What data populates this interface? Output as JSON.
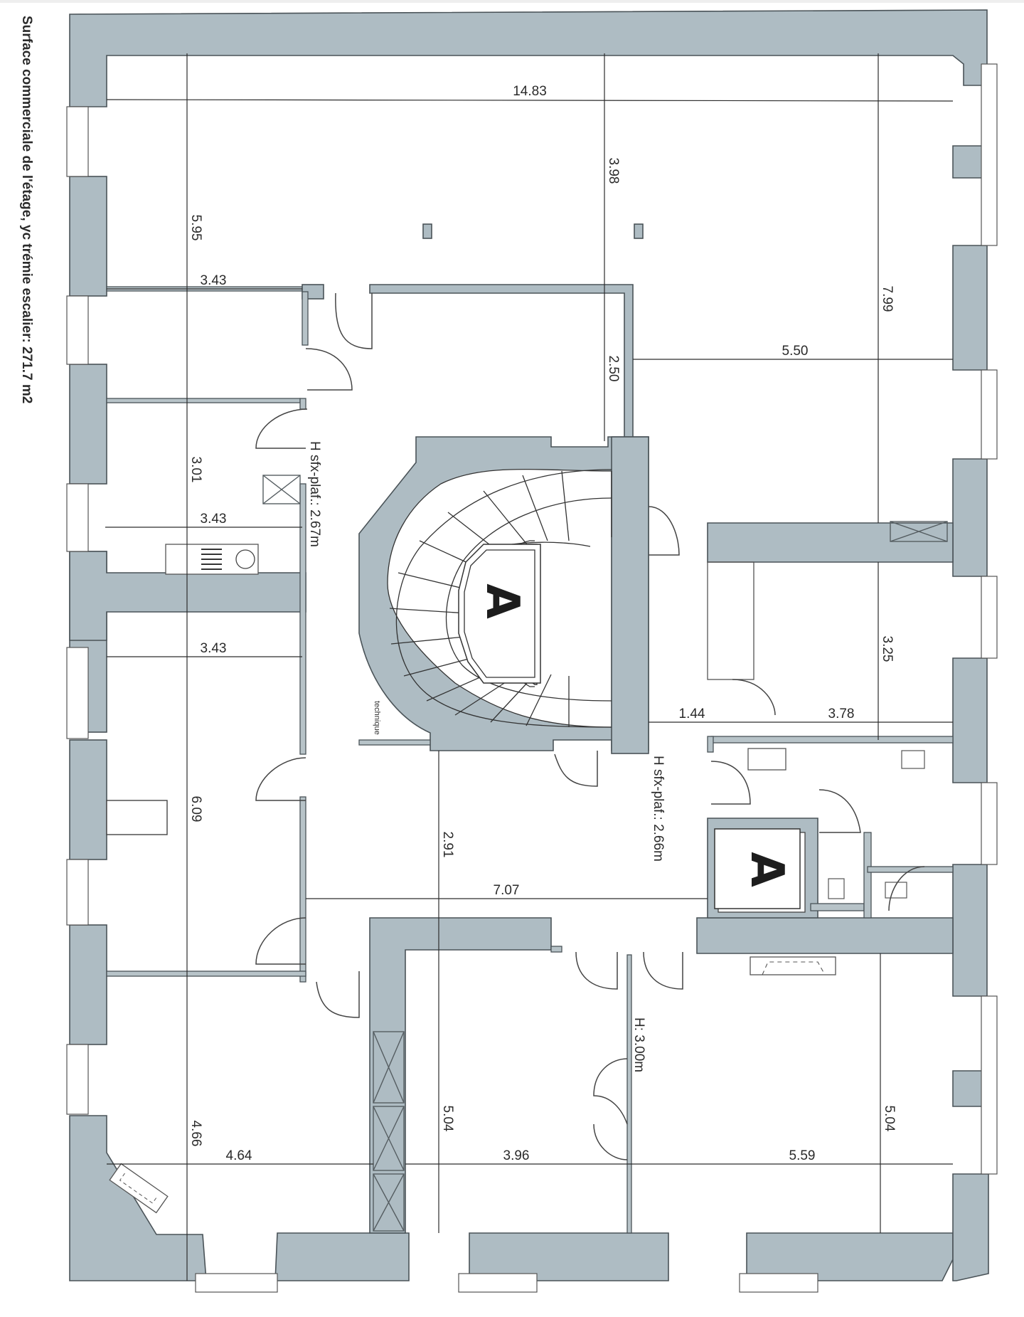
{
  "caption": "Surface commerciale de l'étage, yc trémie escalier: 271.7 m2",
  "colors": {
    "wall": "#aebcc3",
    "line": "#2c2c2c",
    "background": "#ffffff"
  },
  "dimensions": {
    "top_width": "14.83",
    "top_left_height": "5.95",
    "top_center_height": "3.98",
    "top_right_height": "7.99",
    "room_a_width": "3.43",
    "corridor_height": "2.50",
    "top_right_width": "5.50",
    "small_room_height": "3.01",
    "small_room_width": "3.43",
    "left_mid_width": "3.43",
    "left_mid_height": "6.09",
    "right_mid_height": "3.25",
    "right_mid_small_width": "1.44",
    "right_mid_width": "3.78",
    "hall_height": "2.91",
    "hall_width": "7.07",
    "bottom_left_height": "4.66",
    "bottom_left_width": "4.64",
    "bottom_center_height": "5.04",
    "bottom_center_width": "3.96",
    "bottom_right_width": "5.59",
    "bottom_right_height": "5.04"
  },
  "ceiling_heights": {
    "left_corridor": "H sfx-plaf.: 2.67m",
    "center_hall": "H sfx-plaf.: 2.66m",
    "bottom_partition": "H: 3.00m"
  },
  "labels": {
    "stair_lift": "A",
    "lift": "A",
    "technique": "technique"
  }
}
